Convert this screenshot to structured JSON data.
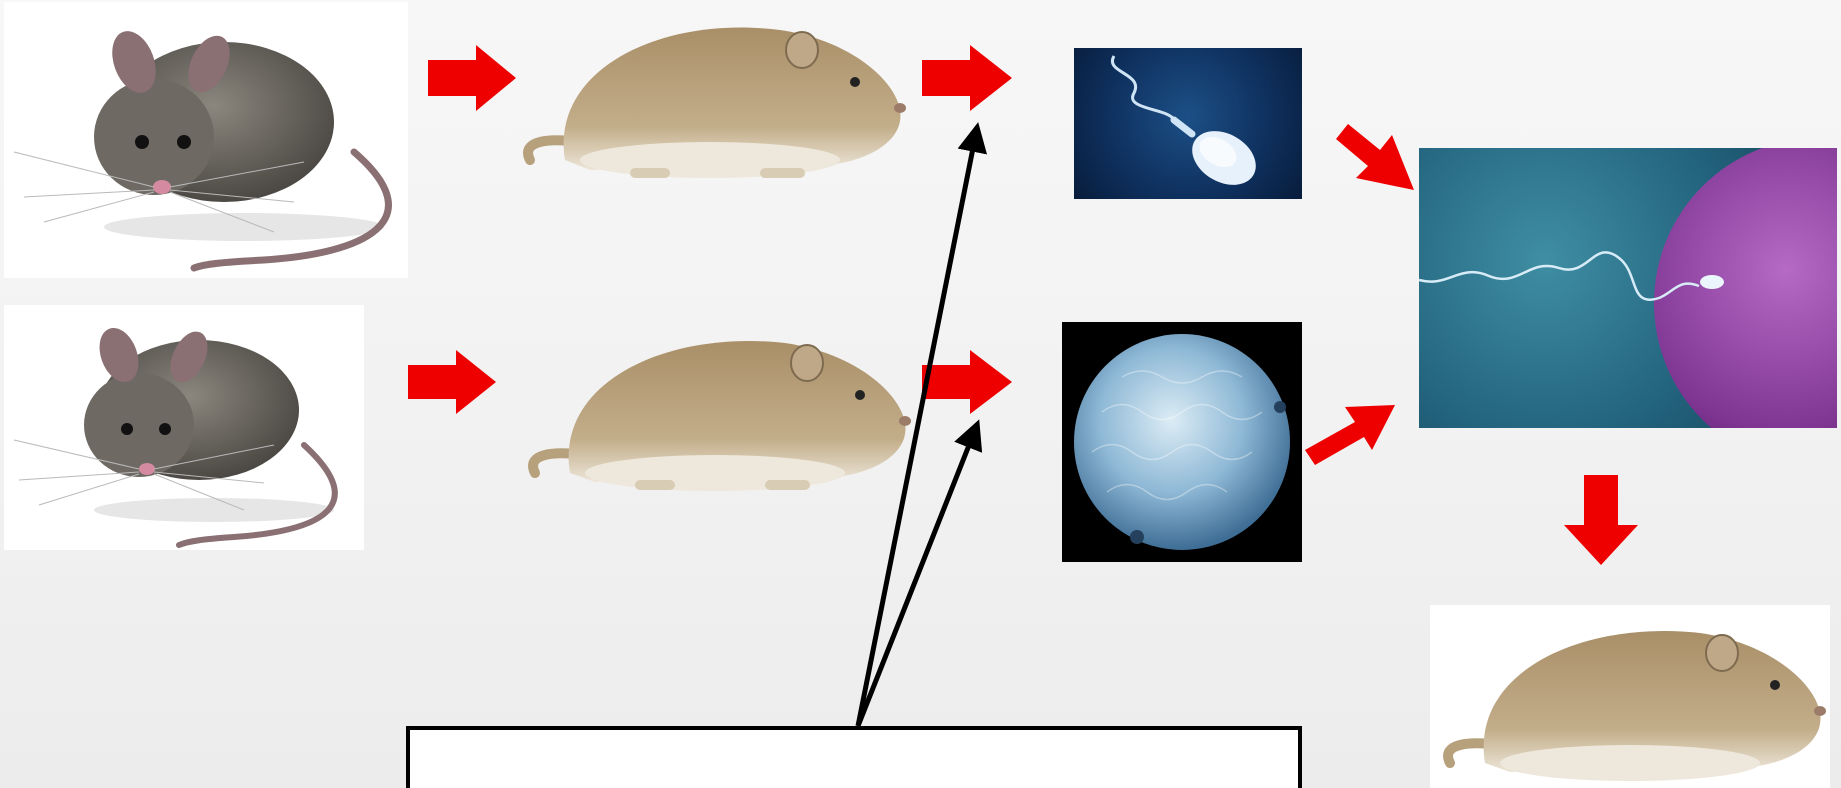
{
  "diagram": {
    "colors": {
      "arrow_red": "#ee0000",
      "arrow_black": "#000000",
      "background": "#f3f3f3",
      "mouse_fur": "#6d6a64",
      "hamster_fur": "#b7a17c",
      "sperm_bg": "#0f3566",
      "egg_bg": "#000000",
      "egg_cell": "#8fb9d6",
      "fertilization_bg": "#2c6f86",
      "fertilization_egg": "#8a3f9a"
    },
    "nodes": [
      {
        "id": "mouse-top",
        "icon": "mouse-icon"
      },
      {
        "id": "mouse-bottom",
        "icon": "mouse-icon"
      },
      {
        "id": "hamster-top",
        "icon": "hamster-icon"
      },
      {
        "id": "hamster-bottom",
        "icon": "hamster-icon"
      },
      {
        "id": "sperm-image",
        "icon": "sperm-cell-icon"
      },
      {
        "id": "egg-image",
        "icon": "egg-cell-icon"
      },
      {
        "id": "fertilization-image",
        "icon": "fertilization-icon"
      },
      {
        "id": "hamster-offspring",
        "icon": "hamster-icon"
      }
    ],
    "caption_box": {
      "text": ""
    }
  }
}
